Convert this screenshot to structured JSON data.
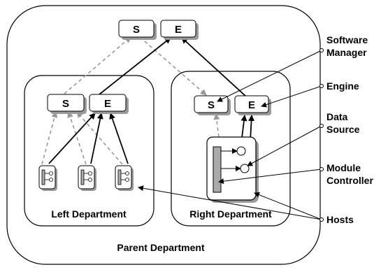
{
  "departments": {
    "parent": {
      "label": "Parent Department"
    },
    "left": {
      "label": "Left Department"
    },
    "right": {
      "label": "Right Department"
    }
  },
  "components": {
    "software_manager_short": "S",
    "engine_short": "E"
  },
  "legend": {
    "software_manager": [
      "Software",
      "Manager"
    ],
    "engine": [
      "Engine"
    ],
    "data_source": [
      "Data",
      "Source"
    ],
    "module_controller": [
      "Module",
      "Controller"
    ],
    "hosts": [
      "Hosts"
    ]
  },
  "colors": {
    "box_fill": "#ffffff",
    "shadow": "#999999",
    "solid_arrow": "#000000",
    "dashed_arrow": "#999999",
    "controller_fill": "#aaaaaa"
  }
}
